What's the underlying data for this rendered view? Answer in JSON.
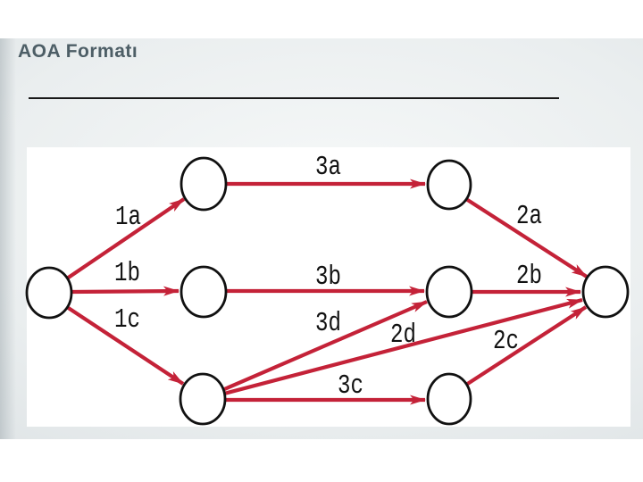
{
  "slide": {
    "title": "AOA Formatı"
  },
  "diagram": {
    "type": "aoa-activity-network",
    "canvas_color": "#ffffff",
    "arrow_color": "#c42238",
    "node_stroke_color": "#111111",
    "label_color": "#121212",
    "title_color": "#4d5e66",
    "nodes": [
      {
        "id": "start"
      },
      {
        "id": "top-left"
      },
      {
        "id": "mid-left"
      },
      {
        "id": "bottom-left"
      },
      {
        "id": "top-right"
      },
      {
        "id": "mid-right"
      },
      {
        "id": "bottom-right"
      },
      {
        "id": "end"
      }
    ],
    "edges": [
      {
        "label": "1a",
        "from": "start",
        "to": "top-left"
      },
      {
        "label": "1b",
        "from": "start",
        "to": "mid-left"
      },
      {
        "label": "1c",
        "from": "start",
        "to": "bottom-left"
      },
      {
        "label": "3a",
        "from": "top-left",
        "to": "top-right"
      },
      {
        "label": "3b",
        "from": "mid-left",
        "to": "mid-right"
      },
      {
        "label": "3c",
        "from": "bottom-left",
        "to": "bottom-right"
      },
      {
        "label": "3d",
        "from": "bottom-left",
        "to": "mid-right"
      },
      {
        "label": "2a",
        "from": "top-right",
        "to": "end"
      },
      {
        "label": "2b",
        "from": "mid-right",
        "to": "end"
      },
      {
        "label": "2c",
        "from": "bottom-right",
        "to": "end"
      },
      {
        "label": "2d",
        "from": "bottom-left",
        "to": "end"
      }
    ]
  }
}
